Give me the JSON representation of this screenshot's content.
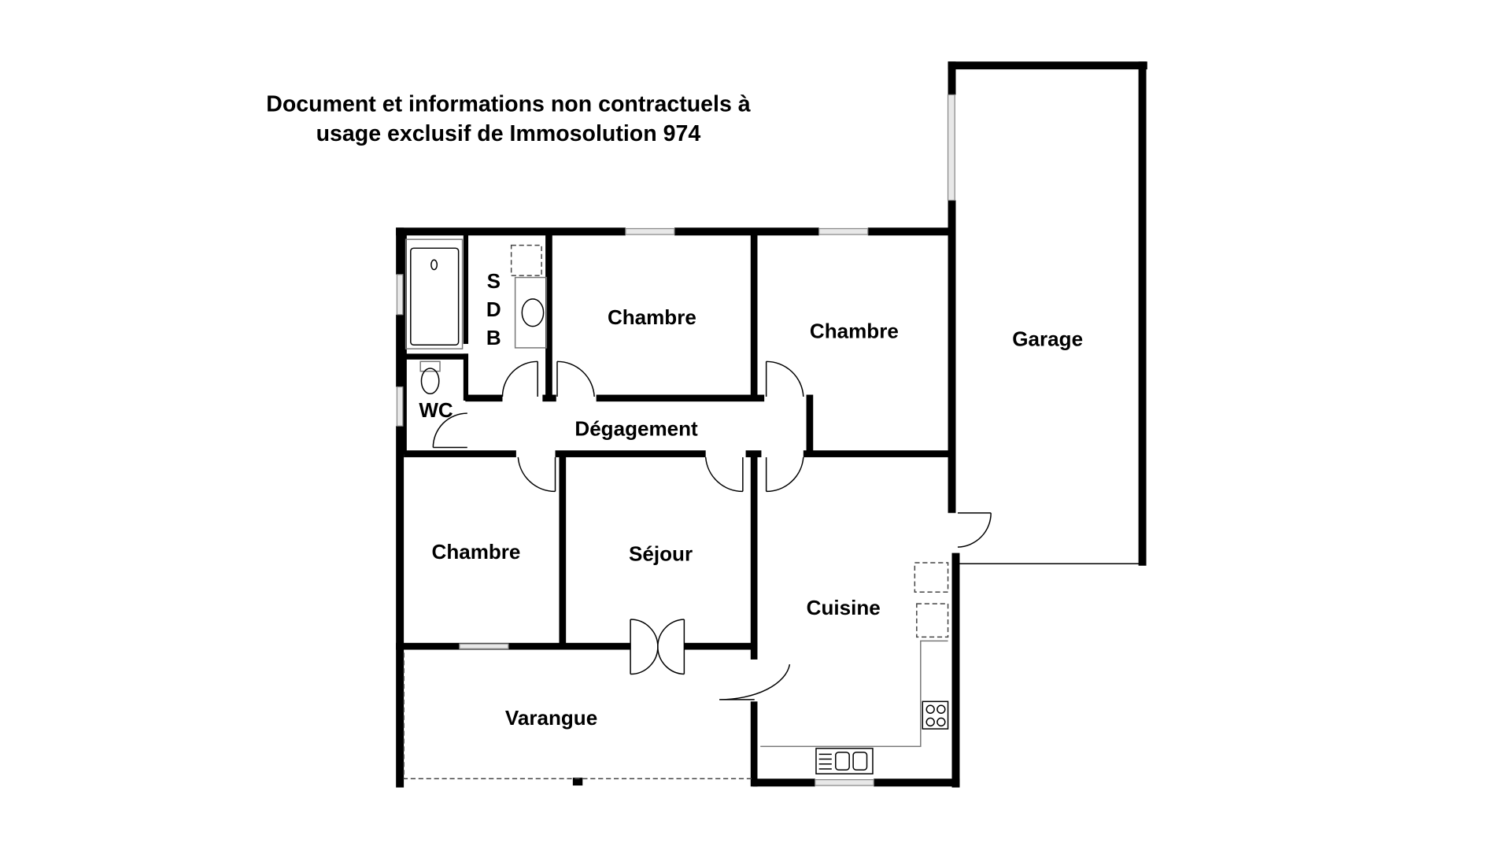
{
  "disclaimer": {
    "line1": "Document et informations non contractuels à",
    "line2": "usage exclusif de Immosolution 974"
  },
  "rooms": {
    "sdb": [
      "S",
      "D",
      "B"
    ],
    "chambre_1": "Chambre",
    "chambre_2": "Chambre",
    "chambre_3": "Chambre",
    "garage": "Garage",
    "wc": "WC",
    "degagement": "Dégagement",
    "sejour": "Séjour",
    "cuisine": "Cuisine",
    "varangue": "Varangue"
  }
}
